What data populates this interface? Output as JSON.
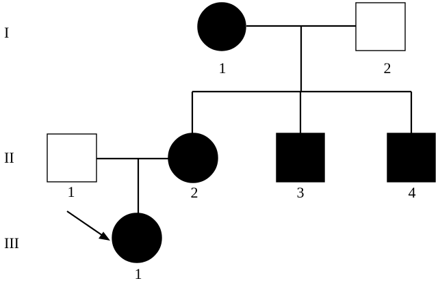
{
  "generations": [
    {
      "label": "I"
    },
    {
      "label": "II"
    },
    {
      "label": "III"
    }
  ],
  "individuals": [
    {
      "id": "I-1",
      "generation": "I",
      "label": "1",
      "sex": "female",
      "affected": true,
      "proband": false
    },
    {
      "id": "I-2",
      "generation": "I",
      "label": "2",
      "sex": "male",
      "affected": false,
      "proband": false
    },
    {
      "id": "II-1",
      "generation": "II",
      "label": "1",
      "sex": "male",
      "affected": false,
      "proband": false
    },
    {
      "id": "II-2",
      "generation": "II",
      "label": "2",
      "sex": "female",
      "affected": true,
      "proband": false
    },
    {
      "id": "II-3",
      "generation": "II",
      "label": "3",
      "sex": "male",
      "affected": true,
      "proband": false
    },
    {
      "id": "II-4",
      "generation": "II",
      "label": "4",
      "sex": "male",
      "affected": true,
      "proband": false
    },
    {
      "id": "III-1",
      "generation": "III",
      "label": "1",
      "sex": "female",
      "affected": true,
      "proband": true
    }
  ],
  "unions": [
    {
      "partners": [
        "I-1",
        "I-2"
      ],
      "children": [
        "II-2",
        "II-3",
        "II-4"
      ]
    },
    {
      "partners": [
        "II-1",
        "II-2"
      ],
      "children": [
        "III-1"
      ]
    }
  ],
  "colors": {
    "affected": "#000000",
    "unaffected": "#ffffff",
    "line": "#000000"
  }
}
